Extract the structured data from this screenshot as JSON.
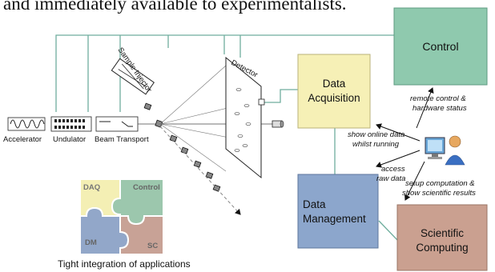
{
  "header_text": "and immediately available to experimentalists.",
  "beamline": {
    "accelerator": "Accelerator",
    "undulator": "Undulator",
    "beam_transport": "Beam Transport",
    "sample_injector": "Sample Injector",
    "detector": "Detector"
  },
  "boxes": {
    "control": "Control",
    "daq_line1": "Data",
    "daq_line2": "Acquisition",
    "dm_line1": "Data",
    "dm_line2": "Management",
    "sc_line1": "Scientific",
    "sc_line2": "Computing"
  },
  "annotations": {
    "remote_control_1": "remote control &",
    "remote_control_2": "hardware status",
    "online_data_1": "show online data",
    "online_data_2": "whilst running",
    "raw_data_1": "access",
    "raw_data_2": "raw data",
    "setup_1": "setup computation &",
    "setup_2": "show scientific results"
  },
  "puzzle": {
    "daq": "DAQ",
    "control": "Control",
    "dm": "DM",
    "sc": "SC",
    "caption": "Tight integration of applications"
  },
  "colors": {
    "control_fill": "#8fc9ae",
    "daq_fill": "#f6f0b6",
    "dm_fill": "#8ca6cc",
    "sc_fill": "#caa090",
    "connector": "#6fae9e",
    "puzzle_daq": "#f4efb4",
    "puzzle_control": "#9cc7ad",
    "puzzle_dm": "#92a7c9",
    "puzzle_sc": "#c8a296"
  },
  "icons": [
    "computer-icon",
    "user-icon",
    "puzzle-icon"
  ]
}
